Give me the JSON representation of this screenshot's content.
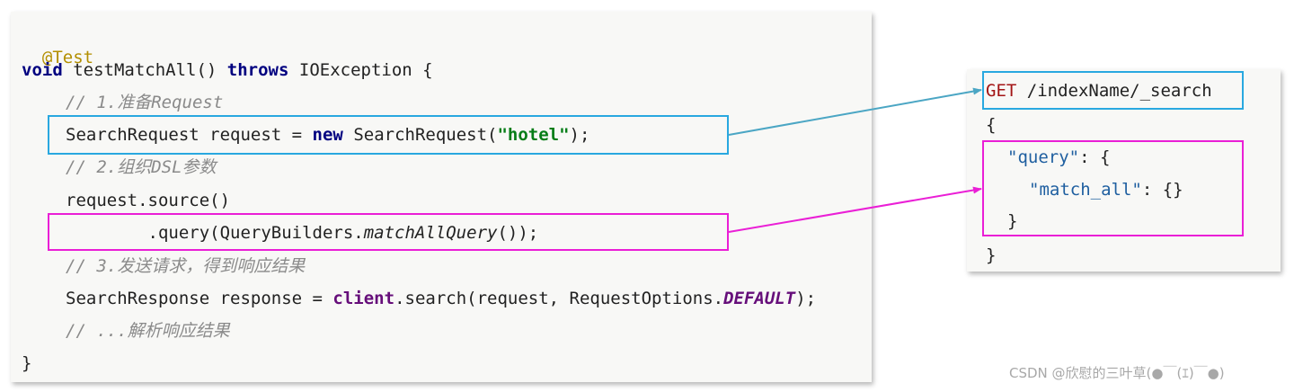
{
  "java_code": {
    "annotation": "@Test",
    "method_keyword": "void",
    "method_signature": " testMatchAll() ",
    "throws_keyword": "throws",
    "exception_clause": " IOException {",
    "comment_1": "// 1.准备Request",
    "request_decl": "SearchRequest request = ",
    "new_keyword": "new",
    "request_ctor": " SearchRequest(",
    "index_name": "\"hotel\"",
    "request_end": ");",
    "comment_2": "// 2.组织DSL参数",
    "source_call": "request.source()",
    "query_prefix": "        .query(QueryBuilders.",
    "match_all_method": "matchAllQuery",
    "query_suffix": "());",
    "comment_3": "// 3.发送请求，得到响应结果",
    "response_decl": "SearchResponse response = ",
    "client_field": "client",
    "search_call": ".search(request, RequestOptions.",
    "default_const": "DEFAULT",
    "search_end": ");",
    "comment_4": "// ...解析响应结果",
    "closing_brace": "}"
  },
  "dsl_request": {
    "http_method": "GET",
    "endpoint": " /indexName/_search",
    "open_brace": "{",
    "query_key": "\"query\"",
    "query_sep": ": {",
    "match_all_key": "\"match_all\"",
    "match_all_value": ": {}",
    "inner_close": "}",
    "outer_close": "}"
  },
  "watermark": "CSDN @欣慰的三叶草(●￣(ｴ)￣●)",
  "colors": {
    "highlight_blue": "#29a8e0",
    "highlight_magenta": "#ea1fd6",
    "arrow_blue": "#4ba6c4",
    "arrow_magenta": "#ea1fd6",
    "keyword": "#000080",
    "string": "#067d17",
    "comment": "#8a8a8a",
    "annotation": "#b38f00",
    "http_method": "#a31515",
    "json_key": "#1f5fa0"
  }
}
